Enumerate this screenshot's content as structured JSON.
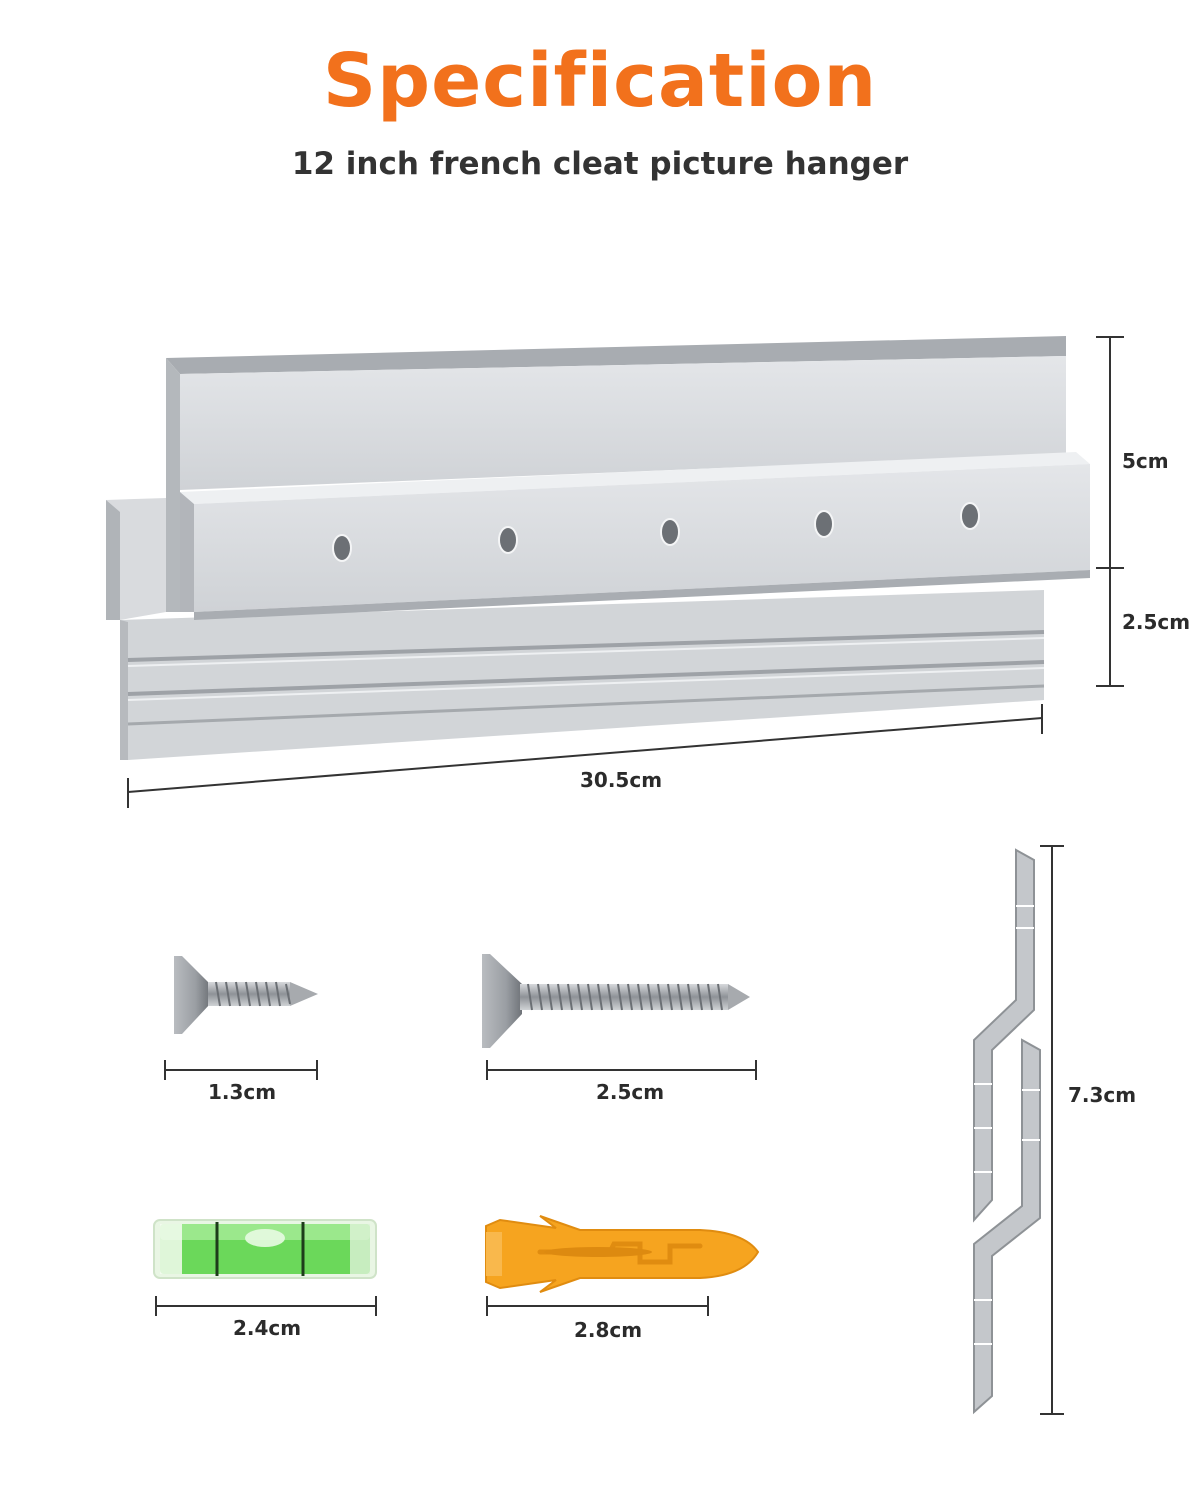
{
  "header": {
    "title": "Specification",
    "subtitle": "12 inch french cleat picture hanger"
  },
  "colors": {
    "accent": "#f2711c",
    "aluminum": "#c9ccd0",
    "level_green": "#3fd13c",
    "anchor_orange": "#f5a123"
  },
  "cleat": {
    "height_upper": "5cm",
    "height_lower": "2.5cm",
    "length": "30.5cm"
  },
  "accessories": {
    "short_screw_length": "1.3cm",
    "long_screw_length": "2.5cm",
    "bubble_level_length": "2.4cm",
    "wall_anchor_length": "2.8cm",
    "sawtooth_hanger_length": "7.3cm"
  }
}
